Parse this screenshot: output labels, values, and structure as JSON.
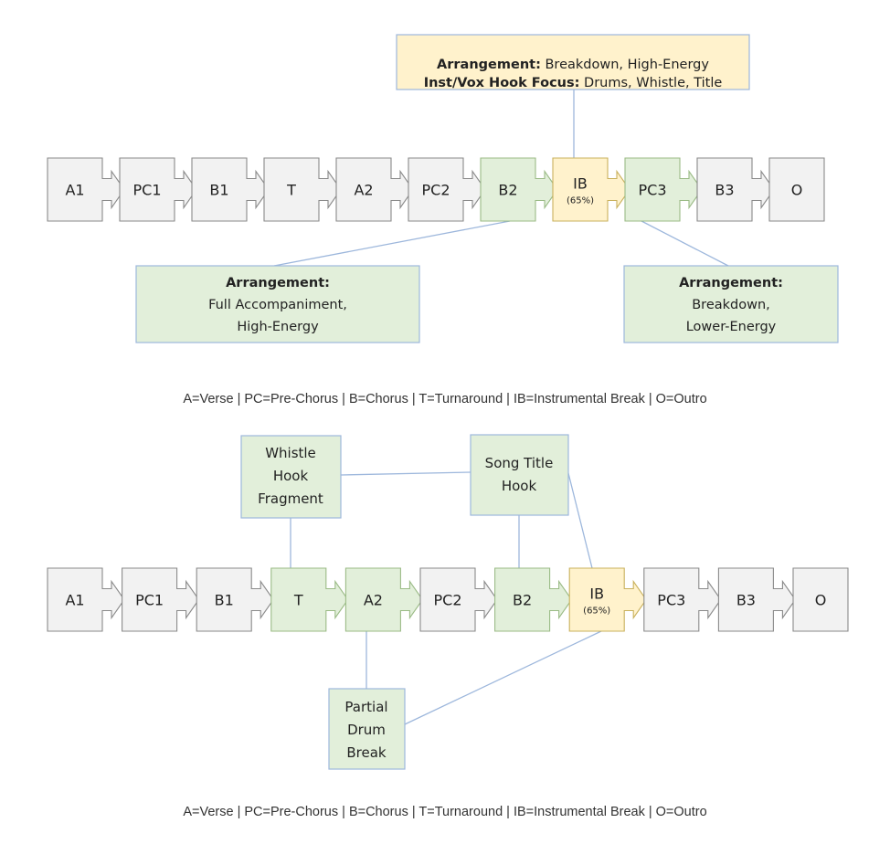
{
  "colors": {
    "gray_fill": "#f2f2f2",
    "gray_stroke": "#8a8a8a",
    "green_fill": "#e2efda",
    "green_stroke": "#9bbb86",
    "yellow_fill": "#fff2cc",
    "yellow_stroke": "#c9b15d",
    "callout_stroke": "#9db7dc",
    "connector": "#9db7dc"
  },
  "diagram1": {
    "sections": [
      {
        "label": "A1",
        "highlight": "none"
      },
      {
        "label": "PC1",
        "highlight": "none"
      },
      {
        "label": "B1",
        "highlight": "none"
      },
      {
        "label": "T",
        "highlight": "none"
      },
      {
        "label": "A2",
        "highlight": "none"
      },
      {
        "label": "PC2",
        "highlight": "none"
      },
      {
        "label": "B2",
        "highlight": "green"
      },
      {
        "label": "IB",
        "sub": "(65%)",
        "highlight": "yellow"
      },
      {
        "label": "PC3",
        "highlight": "green"
      },
      {
        "label": "B3",
        "highlight": "none"
      },
      {
        "label": "O",
        "highlight": "none"
      }
    ],
    "callout_top": {
      "line1_bold": "Arrangement:",
      "line1_rest": " Breakdown, High-Energy",
      "line2_bold": "Inst/Vox Hook Focus:",
      "line2_rest": " Drums, Whistle, Title"
    },
    "callout_left": {
      "title": "Arrangement:",
      "line1": "Full Accompaniment,",
      "line2": "High-Energy"
    },
    "callout_right": {
      "title": "Arrangement:",
      "line1": "Breakdown,",
      "line2": "Lower-Energy"
    },
    "legend": "A=Verse | PC=Pre-Chorus | B=Chorus | T=Turnaround | IB=Instrumental Break | O=Outro"
  },
  "diagram2": {
    "sections": [
      {
        "label": "A1",
        "highlight": "none"
      },
      {
        "label": "PC1",
        "highlight": "none"
      },
      {
        "label": "B1",
        "highlight": "none"
      },
      {
        "label": "T",
        "highlight": "green"
      },
      {
        "label": "A2",
        "highlight": "green"
      },
      {
        "label": "PC2",
        "highlight": "none"
      },
      {
        "label": "B2",
        "highlight": "green"
      },
      {
        "label": "IB",
        "sub": "(65%)",
        "highlight": "yellow"
      },
      {
        "label": "PC3",
        "highlight": "none"
      },
      {
        "label": "B3",
        "highlight": "none"
      },
      {
        "label": "O",
        "highlight": "none"
      }
    ],
    "hook_whistle": [
      "Whistle",
      "Hook",
      "Fragment"
    ],
    "hook_title": [
      "Song Title",
      "Hook"
    ],
    "hook_drum": [
      "Partial",
      "Drum",
      "Break"
    ],
    "legend": "A=Verse | PC=Pre-Chorus | B=Chorus | T=Turnaround | IB=Instrumental Break | O=Outro"
  }
}
